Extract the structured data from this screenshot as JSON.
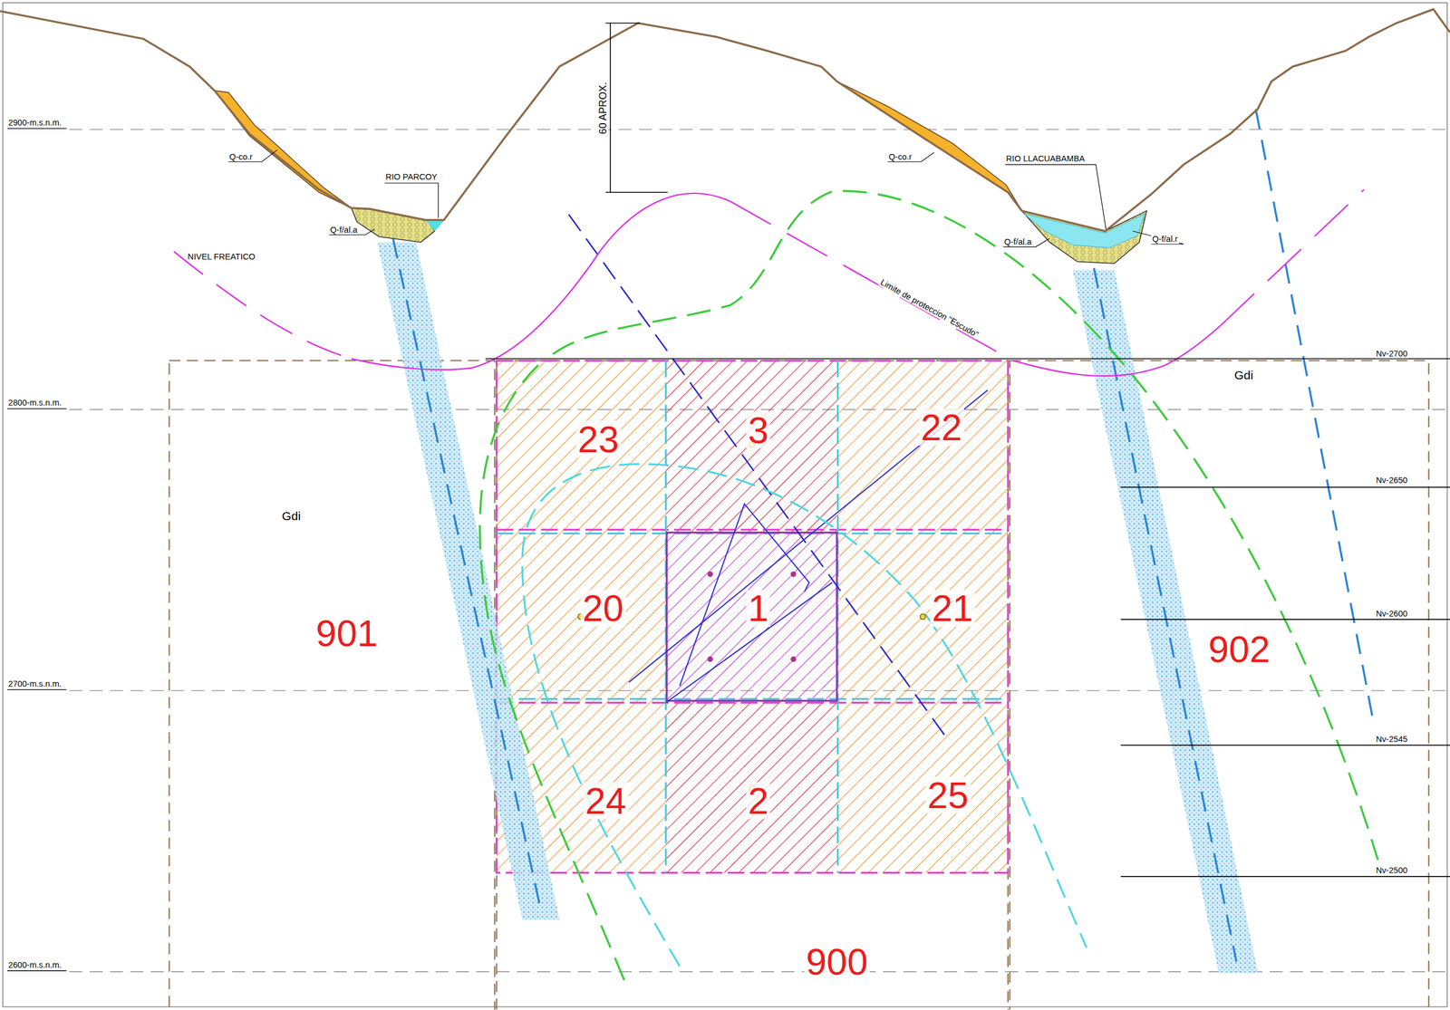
{
  "diagram": {
    "nodes": [
      {
        "text": [
          "900"
        ]
      },
      {
        "text": [
          "23"
        ],
        "in": 0
      },
      {
        "text": [
          "3"
        ],
        "in": 0
      },
      {
        "text": [
          "22"
        ],
        "in": 0
      },
      {
        "text": [
          "20"
        ],
        "in": 0
      },
      {
        "text": [
          "1"
        ],
        "in": 0
      },
      {
        "text": [
          "21"
        ],
        "in": 0
      },
      {
        "text": [
          "24"
        ],
        "in": 0
      },
      {
        "text": [
          "2"
        ],
        "in": 0
      },
      {
        "text": [
          "25"
        ],
        "in": 0
      },
      {
        "text": [
          "901"
        ]
      },
      {
        "text": [
          "902"
        ]
      }
    ],
    "labels": [
      "2900-m.s.n.m.",
      "2800-m.s.n.m.",
      "2700-m.s.n.m.",
      "2600-m.s.n.m.",
      "60 APROX.",
      "Q-co.r",
      "RIO PARCOY",
      "Q-f/al.a",
      "NIVEL FREATICO",
      "Limite de proteccion \"Escudo\"",
      "Q-co.r",
      "RIO LLACUABAMBA",
      "Q-f/al.a",
      "Q-f/al.r",
      "Gdi",
      "Gdi",
      "Nv-2700",
      "Nv-2650",
      "Nv-2600",
      "Nv-2545",
      "Nv-2500"
    ]
  }
}
